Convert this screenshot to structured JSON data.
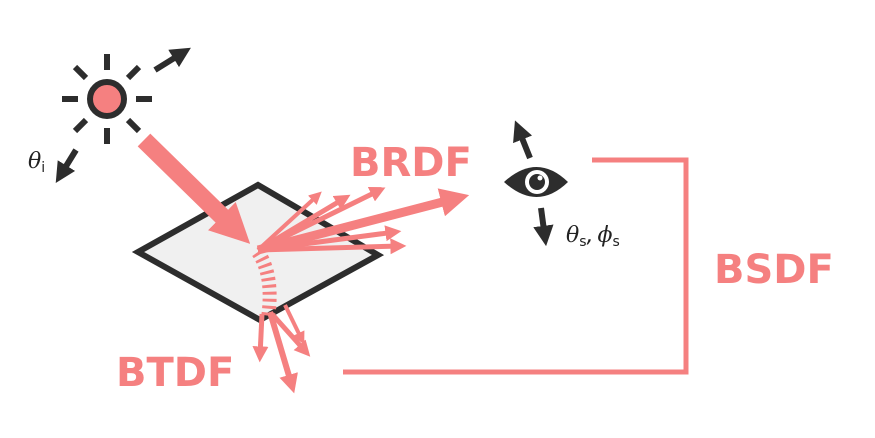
{
  "colors": {
    "accent": "#f58080",
    "dark": "#2d2d2d",
    "surface_fill": "#f0f0f0",
    "background": "#ffffff"
  },
  "labels": {
    "brdf": "BRDF",
    "btdf": "BTDF",
    "bsdf": "BSDF",
    "theta": "θ",
    "phi": "ϕ",
    "comma": ",",
    "sub_i": "i",
    "sub_s": "s"
  },
  "icons": {
    "light_source": "sun-icon",
    "viewer": "eye-icon"
  }
}
